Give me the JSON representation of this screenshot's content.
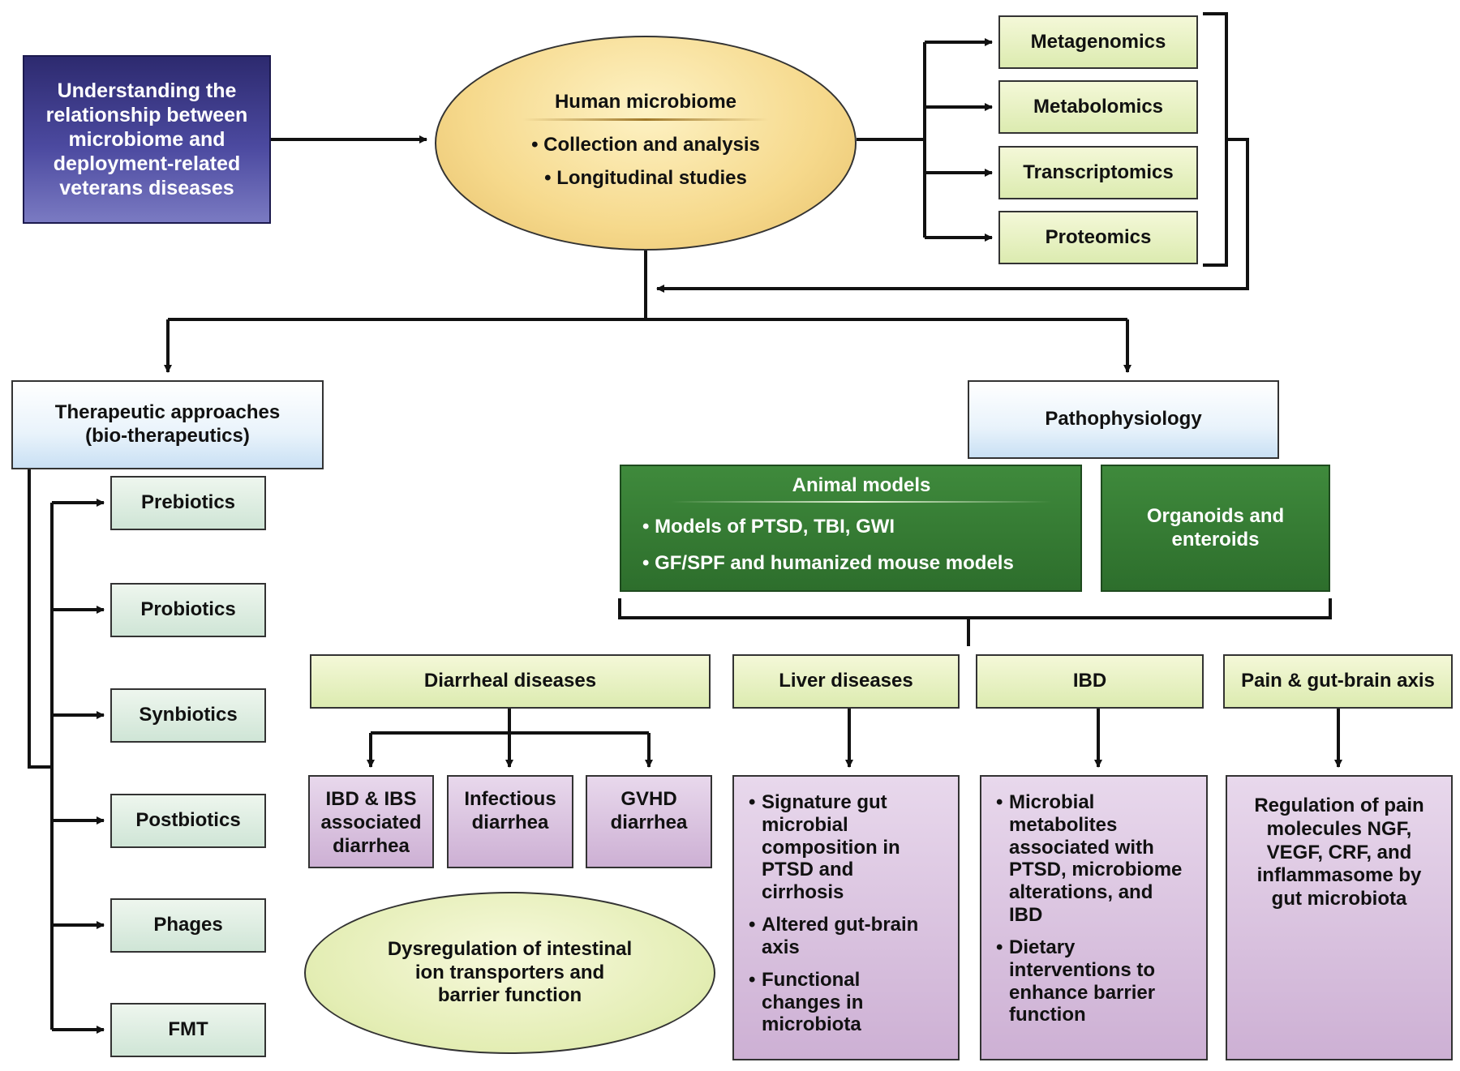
{
  "intro": {
    "text": "Understanding the relationship between microbiome and deployment-related veterans diseases"
  },
  "human_microbiome": {
    "title": "Human microbiome",
    "items": [
      "Collection and analysis",
      "Longitudinal studies"
    ]
  },
  "omics": [
    "Metagenomics",
    "Metabolomics",
    "Transcriptomics",
    "Proteomics"
  ],
  "therapeutic": {
    "title_line1": "Therapeutic approaches",
    "title_line2": "(bio-therapeutics)",
    "items": [
      "Prebiotics",
      "Probiotics",
      "Synbiotics",
      "Postbiotics",
      "Phages",
      "FMT"
    ]
  },
  "pathophysiology": {
    "title": "Pathophysiology",
    "animal_models": {
      "title": "Animal models",
      "items": [
        "Models of PTSD, TBI, GWI",
        "GF/SPF and humanized mouse models"
      ]
    },
    "organoids": {
      "line1": "Organoids and",
      "line2": "enteroids"
    }
  },
  "categories": {
    "diarrheal": "Diarrheal diseases",
    "liver": "Liver diseases",
    "ibd": "IBD",
    "pain": "Pain & gut-brain axis"
  },
  "diarrheal_types": [
    {
      "line1": "IBD & IBS",
      "line2": "associated",
      "line3": "diarrhea"
    },
    {
      "line1": "Infectious",
      "line2": "diarrhea"
    },
    {
      "line1": "GVHD",
      "line2": "diarrhea"
    }
  ],
  "dysregulation": {
    "line1": "Dysregulation of intestinal",
    "line2": "ion transporters and",
    "line3": "barrier function"
  },
  "liver_points": [
    [
      "Signature gut",
      "microbial",
      "composition in",
      "PTSD and",
      "cirrhosis"
    ],
    [
      "Altered gut-brain",
      "axis"
    ],
    [
      "Functional",
      "changes in",
      "microbiota"
    ]
  ],
  "ibd_points": [
    [
      "Microbial",
      "metabolites",
      "associated with",
      "PTSD, microbiome",
      "alterations, and",
      "IBD"
    ],
    [
      "Dietary",
      "interventions to",
      "enhance barrier",
      "function"
    ]
  ],
  "pain_text": [
    "Regulation of pain",
    "molecules NGF,",
    "VEGF, CRF, and",
    "inflammasome by",
    "gut microbiota"
  ],
  "bullet": "•"
}
